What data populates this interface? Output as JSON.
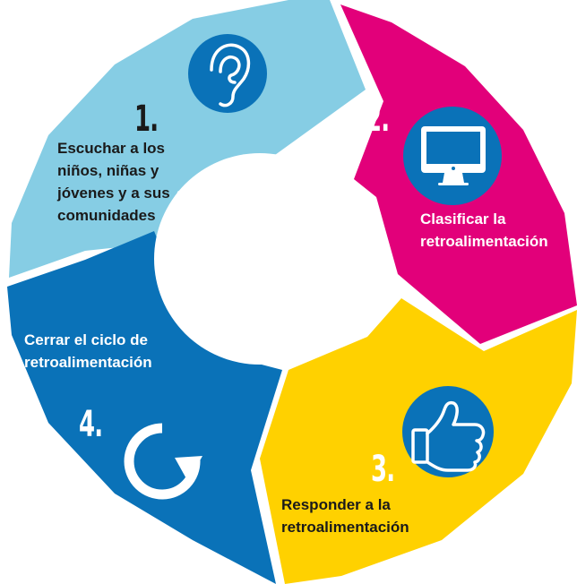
{
  "colors": {
    "step1": "#86cde4",
    "step2": "#e2007a",
    "step3": "#ffd100",
    "step4": "#0a72b8",
    "icon_circle": "#0a72b8",
    "background": "#ffffff"
  },
  "steps": [
    {
      "number": "1.",
      "label_lines": [
        "Escuchar a los",
        "niños, niñas y",
        "jóvenes y a sus",
        "comunidades"
      ],
      "icon": "ear-icon"
    },
    {
      "number": "2.",
      "label_lines": [
        "Clasificar la",
        "retroalimentación"
      ],
      "icon": "monitor-icon"
    },
    {
      "number": "3.",
      "label_lines": [
        "Responder a la",
        "retroalimentación"
      ],
      "icon": "thumbs-up-icon"
    },
    {
      "number": "4.",
      "label_lines": [
        "Cerrar el ciclo de",
        "retroalimentación"
      ],
      "icon": "refresh-icon"
    }
  ]
}
